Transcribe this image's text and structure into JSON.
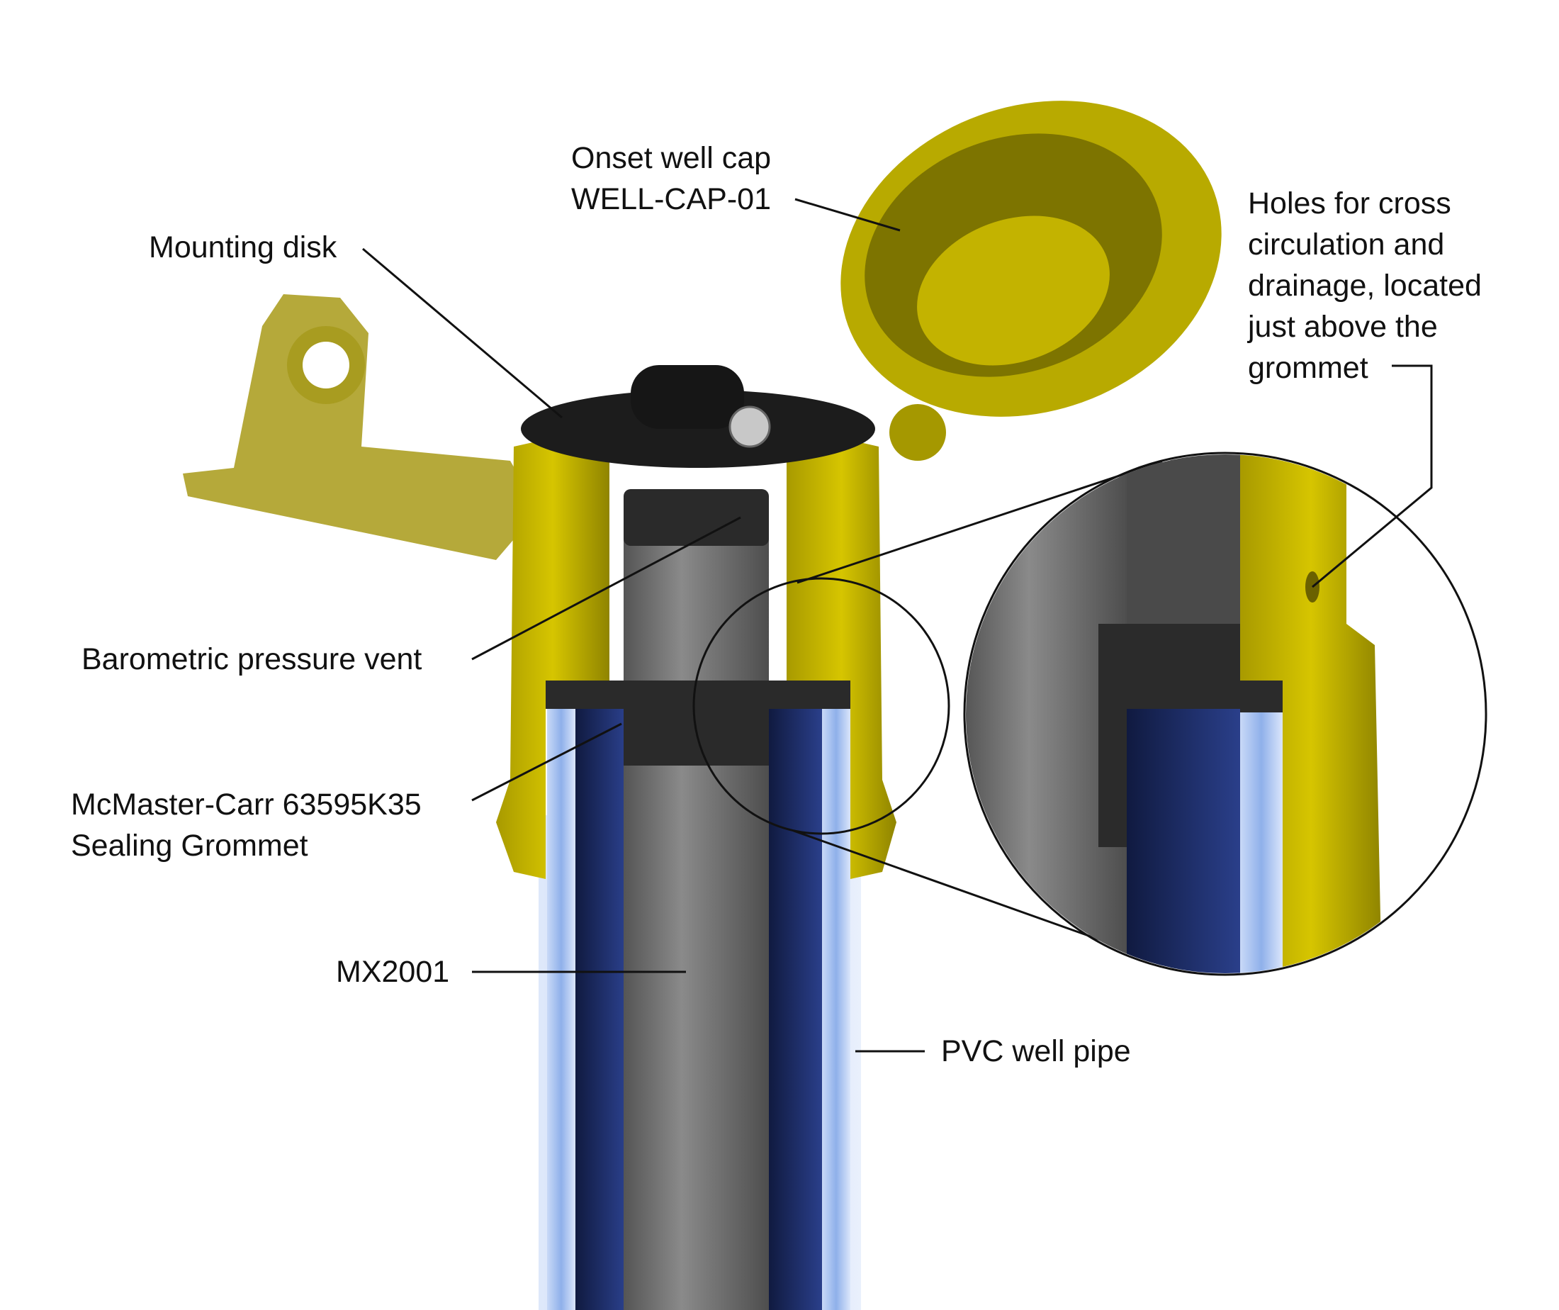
{
  "labels": {
    "well_cap_line1": "Onset well cap",
    "well_cap_line2": "WELL-CAP-01",
    "mounting_disk": "Mounting disk",
    "holes_lines": [
      "Holes for cross",
      "circulation and",
      "drainage, located",
      "just above the",
      "grommet"
    ],
    "barometric_vent": "Barometric pressure vent",
    "grommet_line1": "McMaster-Carr 63595K35",
    "grommet_line2": "Sealing Grommet",
    "logger": "MX2001",
    "pvc_pipe": "PVC well pipe"
  },
  "colors": {
    "yellow": "#c9b800",
    "dark_yellow": "#8f8400",
    "pipe_blue": "#1e2f6e",
    "pvc_light": "#a9c2ee",
    "sensor_gray": "#6d6d6d",
    "black": "#1a1a1a"
  }
}
